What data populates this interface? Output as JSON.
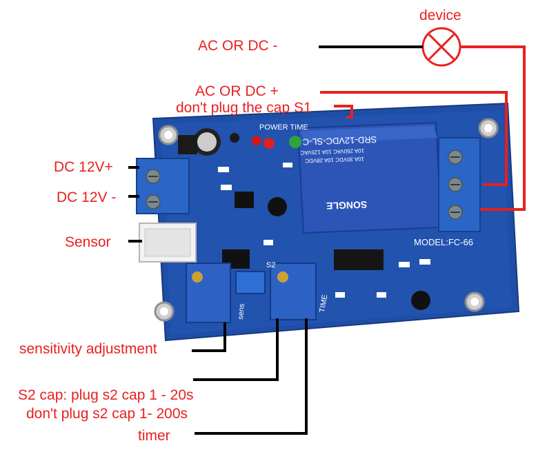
{
  "labels": {
    "device": "device",
    "ac_minus": "AC OR DC -",
    "ac_plus": "AC OR DC +",
    "no_cap_s1": "don't plug the cap S1",
    "dc_plus": "DC 12V+",
    "dc_minus": "DC 12V -",
    "sensor": "Sensor",
    "sensitivity": "sensitivity  adjustment",
    "s2_line1": "S2 cap: plug s2 cap 1 - 20s",
    "s2_line2": "don't plug s2 cap  1- 200s",
    "timer": "timer"
  },
  "board": {
    "power_time": "POWER TIME",
    "model": "MODEL:FC-66",
    "s2": "S2",
    "time": "TIME",
    "sens": "sens",
    "relay_model": "SRD-12VDC-SL-C",
    "relay_brand": "SONGLE",
    "relay_rating1": "10A 250VAC  10A 125VAC",
    "relay_rating2": "10A 30VDC  10A 28VDC"
  },
  "colors": {
    "accent": "#e8201f",
    "board": "#1f4ea6",
    "terminal": "#2a66c7",
    "relay": "#2d55b8",
    "wire": "#000000"
  }
}
